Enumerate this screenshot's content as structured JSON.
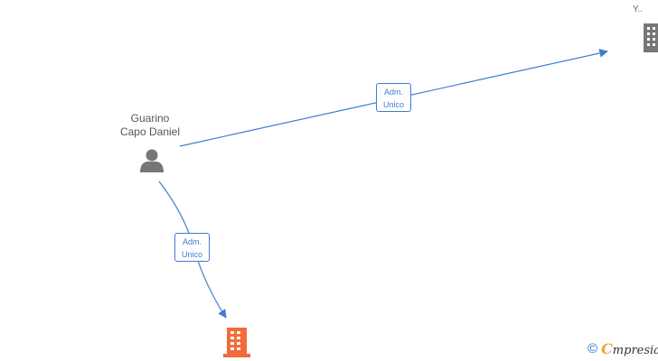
{
  "colors": {
    "edge": "#3b7fd0",
    "person_icon": "#777777",
    "company_icon_active": "#f26b3a",
    "company_icon_gray": "#777777"
  },
  "nodes": {
    "person": {
      "name_line1": "Guarino",
      "name_line2": "Capo Daniel",
      "icon": "person-icon"
    },
    "company_top_right": {
      "name": "Y..",
      "icon": "building-icon"
    },
    "company_bottom": {
      "icon": "building-icon"
    }
  },
  "edges": [
    {
      "from": "person",
      "to": "company_top_right",
      "label_line1": "Adm.",
      "label_line2": "Unico"
    },
    {
      "from": "person",
      "to": "company_bottom",
      "label_line1": "Adm.",
      "label_line2": "Unico"
    }
  ],
  "watermark": {
    "copyright_symbol": "©",
    "brand_first": "C",
    "brand_rest": "mpresia"
  }
}
